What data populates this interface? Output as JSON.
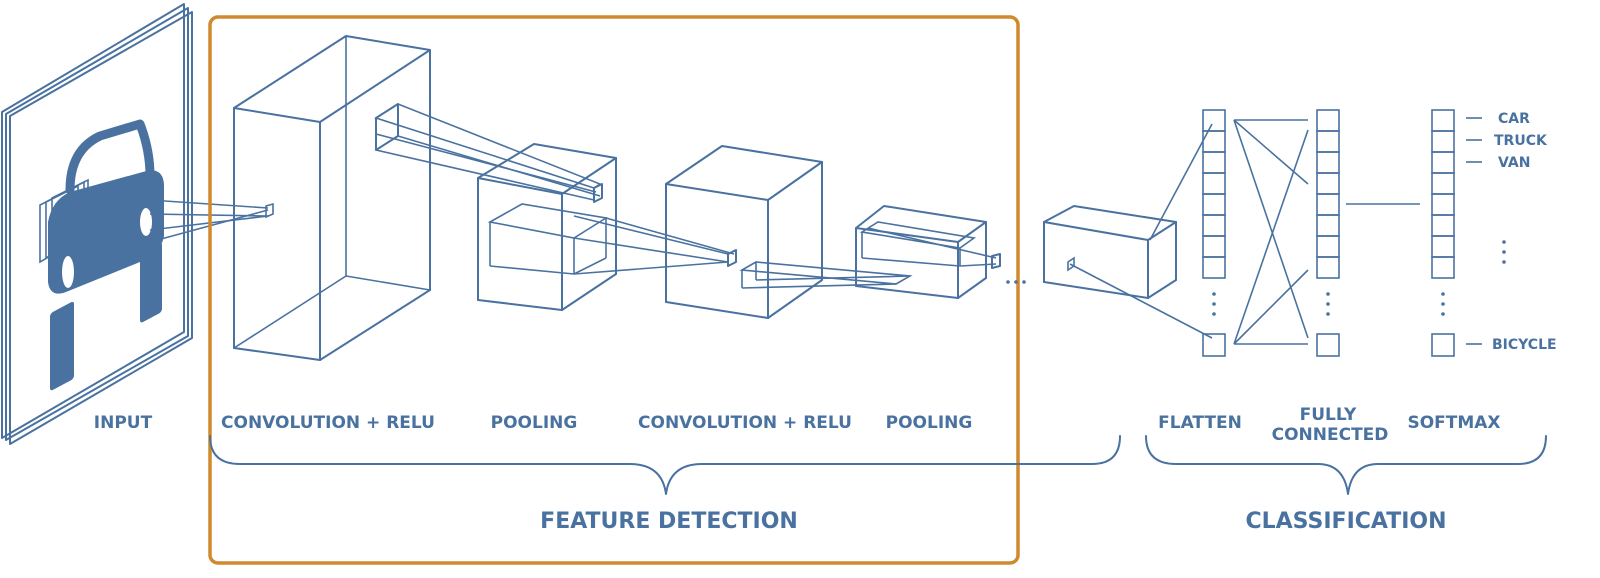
{
  "labels": {
    "input": "INPUT",
    "conv1": "CONVOLUTION + RELU",
    "pool1": "POOLING",
    "conv2": "CONVOLUTION + RELU",
    "pool2": "POOLING",
    "flatten": "FLATTEN",
    "fully_line1": "FULLY",
    "fully_line2": "CONNECTED",
    "softmax": "SOFTMAX"
  },
  "groups": {
    "feature_detection": "FEATURE DETECTION",
    "classification": "CLASSIFICATION"
  },
  "classes": {
    "car": "CAR",
    "truck": "TRUCK",
    "van": "VAN",
    "bicycle": "BICYCLE"
  },
  "colors": {
    "line": "#4a72a0",
    "highlight_box": "#d08a2e"
  },
  "icons": {
    "input_image": "car-icon"
  }
}
